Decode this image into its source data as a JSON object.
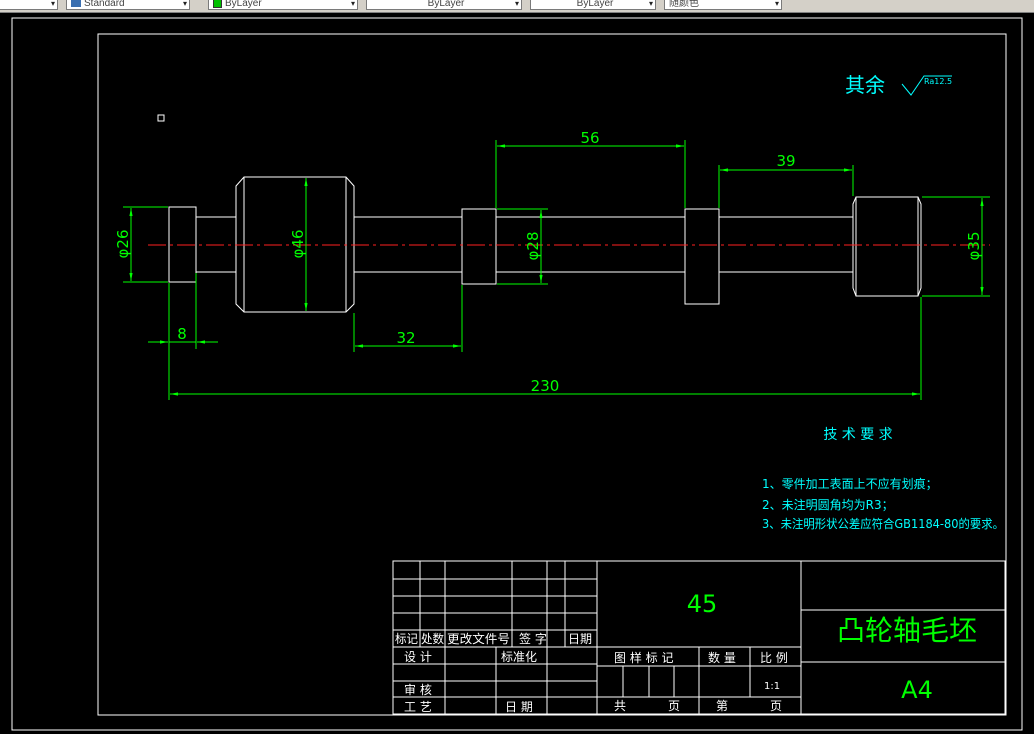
{
  "toolbar": {
    "dimstyle": "Standard",
    "layer": "ByLayer",
    "linetype": "ByLayer",
    "lineweight": "ByLayer",
    "plotstyle": "随颜色"
  },
  "drawing": {
    "roughness_note": "其余",
    "roughness_value": "Ra12.5",
    "dims": {
      "d56": "56",
      "d39": "39",
      "d26": "φ26",
      "d46": "φ46",
      "d28": "φ28",
      "d35": "φ35",
      "d8": "8",
      "d32": "32",
      "d230": "230"
    },
    "tech_title": "技 术 要 求",
    "notes": [
      "1、零件加工表面上不应有划痕；",
      "2、未注明圆角均为R3；",
      "3、未注明形状公差应符合GB1184-80的要求。"
    ]
  },
  "title_block": {
    "material": "45",
    "part_name": "凸轮轴毛坯",
    "sheet_size": "A4",
    "scale": "1:1",
    "rev_headers": [
      "标记",
      "处数",
      "更改文件号",
      "签 字",
      "日期"
    ],
    "design": "设 计",
    "standardize": "标准化",
    "review": "审 核",
    "process": "工 艺",
    "date": "日 期",
    "stage_mark": "图 样 标 记",
    "quantity": "数 量",
    "ratio": "比 例",
    "total": "共",
    "page": "页",
    "sheet_no": "第",
    "page2": "页"
  }
}
